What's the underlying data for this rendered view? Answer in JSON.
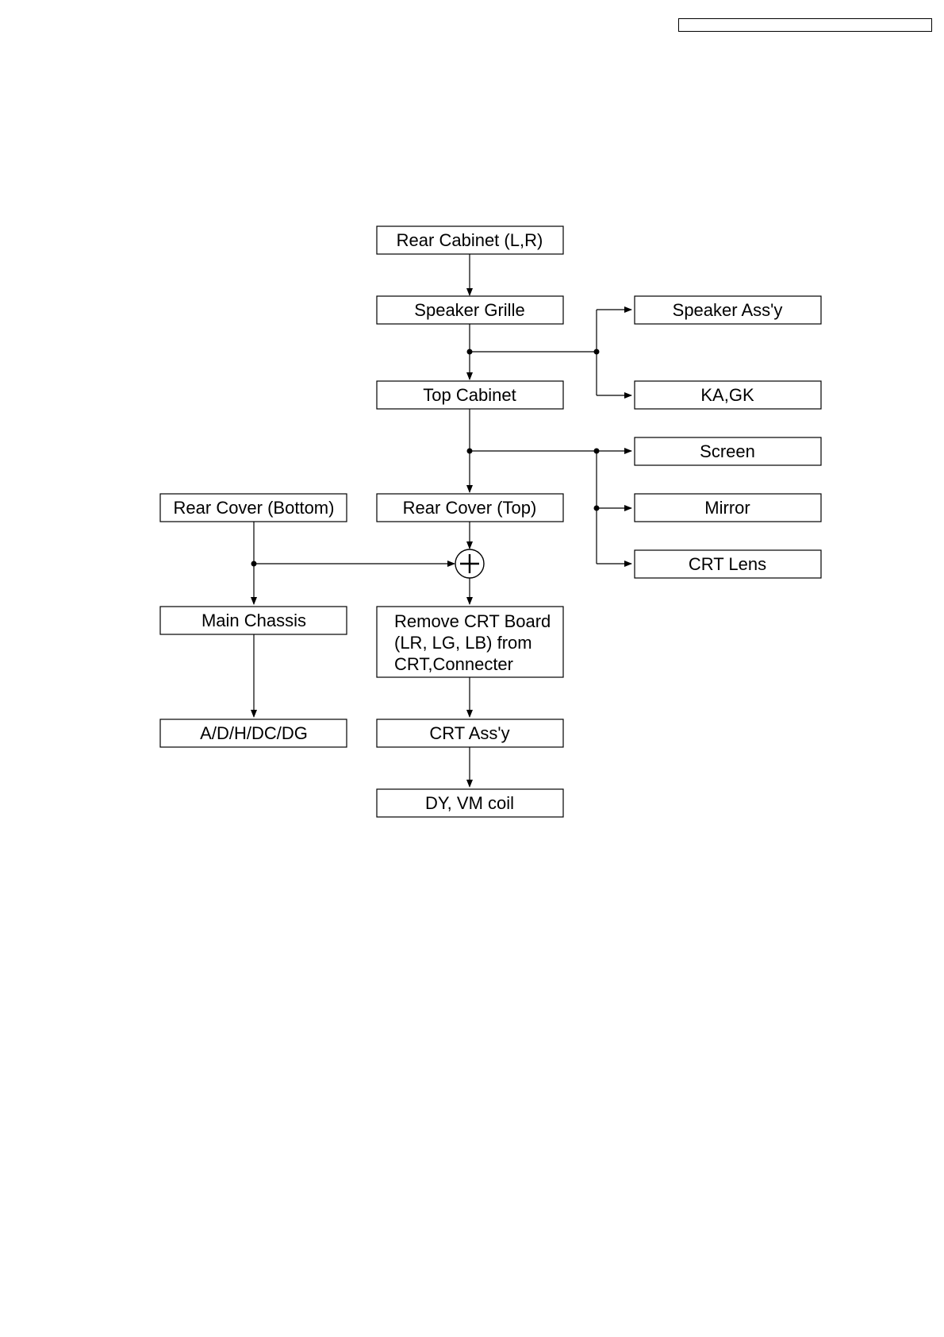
{
  "diagram": {
    "nodes": [
      {
        "id": "rear-cabinet",
        "lines": [
          "Rear Cabinet (L,R)"
        ]
      },
      {
        "id": "speaker-grille",
        "lines": [
          "Speaker Grille"
        ]
      },
      {
        "id": "speaker-assy",
        "lines": [
          "Speaker Ass'y"
        ]
      },
      {
        "id": "top-cabinet",
        "lines": [
          "Top Cabinet"
        ]
      },
      {
        "id": "ka-gk",
        "lines": [
          "KA,GK"
        ]
      },
      {
        "id": "screen",
        "lines": [
          "Screen"
        ]
      },
      {
        "id": "rear-cover-bottom",
        "lines": [
          "Rear Cover (Bottom)"
        ]
      },
      {
        "id": "rear-cover-top",
        "lines": [
          "Rear Cover (Top)"
        ]
      },
      {
        "id": "mirror",
        "lines": [
          "Mirror"
        ]
      },
      {
        "id": "crt-lens",
        "lines": [
          "CRT Lens"
        ]
      },
      {
        "id": "main-chassis",
        "lines": [
          "Main Chassis"
        ]
      },
      {
        "id": "remove-crt-board",
        "lines": [
          "Remove CRT Board",
          "(LR, LG, LB) from",
          "CRT,Connecter"
        ]
      },
      {
        "id": "ad-h-dc-dg",
        "lines": [
          "A/D/H/DC/DG"
        ]
      },
      {
        "id": "crt-assy",
        "lines": [
          "CRT Ass'y"
        ]
      },
      {
        "id": "dy-vm-coil",
        "lines": [
          "DY, VM coil"
        ]
      }
    ]
  }
}
